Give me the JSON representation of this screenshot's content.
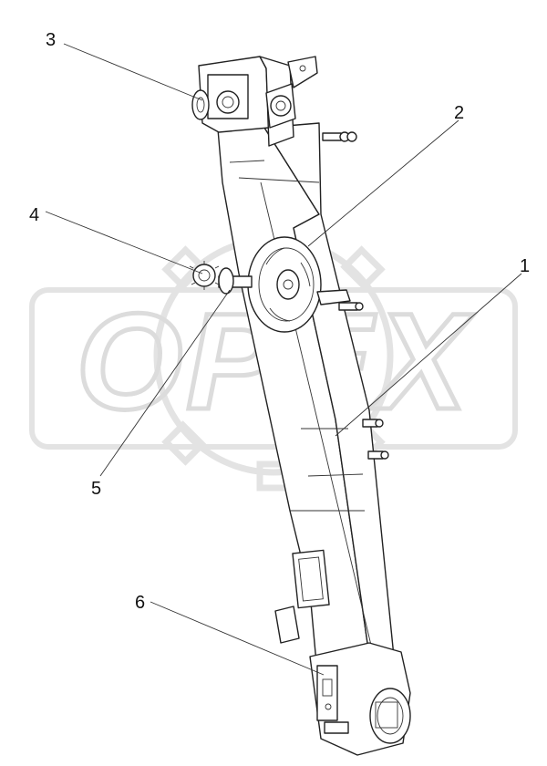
{
  "watermark": {
    "text": "OPEX",
    "color": "#e6e6e6"
  },
  "callouts": [
    {
      "number": "1"
    },
    {
      "number": "2"
    },
    {
      "number": "3"
    },
    {
      "number": "4"
    },
    {
      "number": "5"
    },
    {
      "number": "6"
    }
  ],
  "colors": {
    "line": "#222222",
    "text": "#111111"
  }
}
